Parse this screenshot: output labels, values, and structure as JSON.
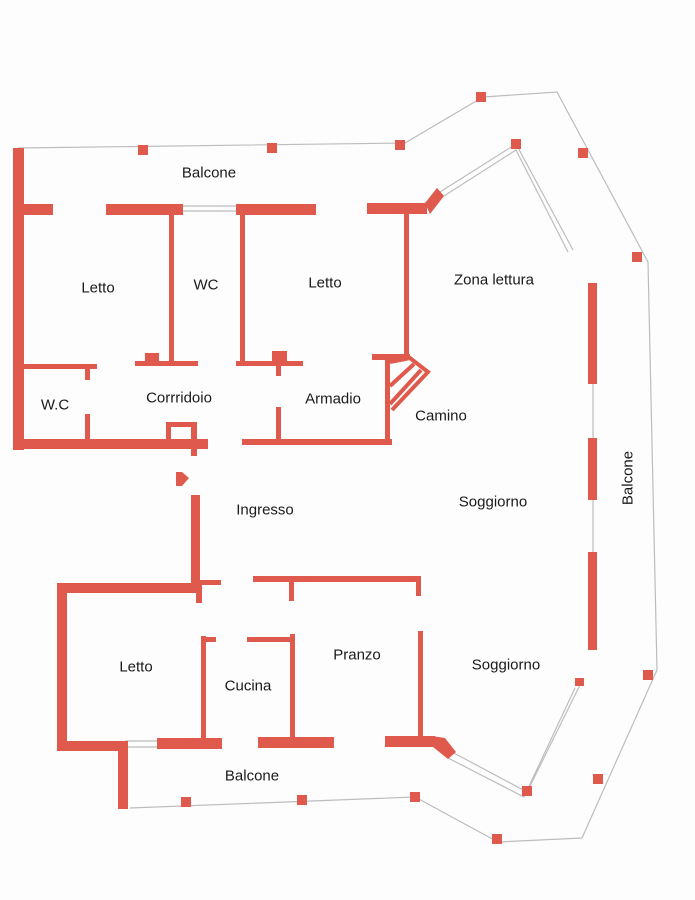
{
  "title": "Floor plan",
  "colors": {
    "wall": "#df5a4c",
    "balcony_line": "#b8b8b8",
    "text": "#1a1a1a"
  },
  "rooms": {
    "balcone_top": "Balcone",
    "letto_1": "Letto",
    "wc_1": "WC",
    "letto_2": "Letto",
    "zona_lettura": "Zona lettura",
    "wc_2": "W.C",
    "corridoio": "Corrridoio",
    "armadio": "Armadio",
    "camino": "Camino",
    "balcone_right": "Balcone",
    "ingresso": "Ingresso",
    "soggiorno_1": "Soggiorno",
    "letto_3": "Letto",
    "cucina": "Cucina",
    "pranzo": "Pranzo",
    "soggiorno_2": "Soggiorno",
    "balcone_bottom": "Balcone"
  }
}
